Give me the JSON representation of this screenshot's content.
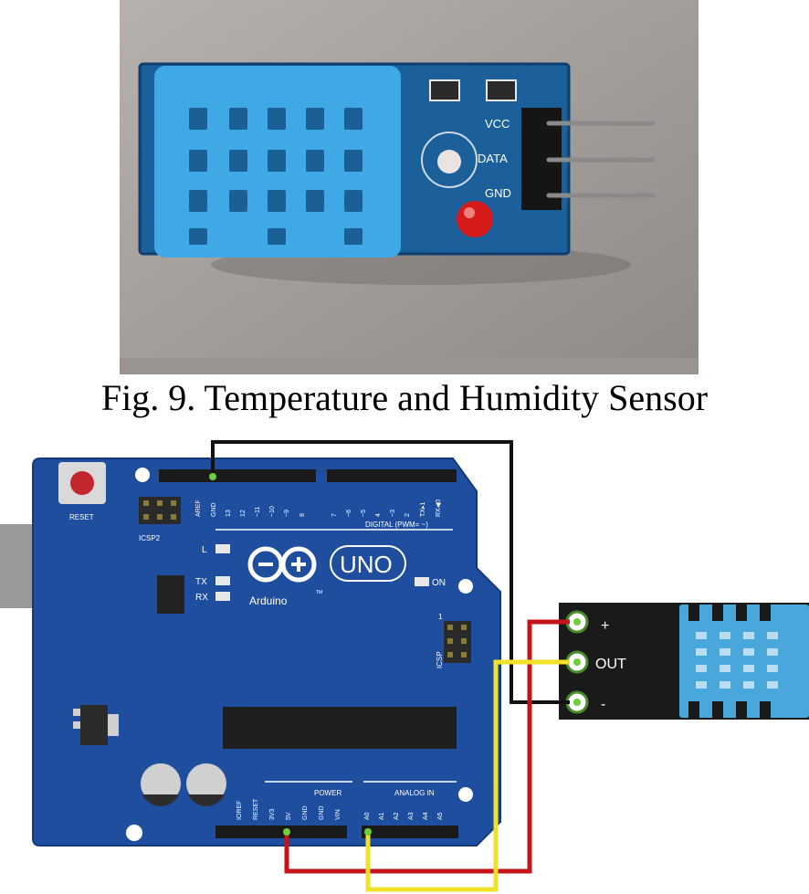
{
  "figure": {
    "caption": "Fig. 9.  Temperature and Humidity Sensor"
  },
  "photo_module": {
    "pin_labels": [
      "VCC",
      "DATA",
      "GND"
    ]
  },
  "arduino_board": {
    "reset_label": "RESET",
    "icsp2_label": "ICSP2",
    "icsp_label": "ICSP",
    "icsp_one": "1",
    "brand": "Arduino",
    "tm": "TM",
    "model": "UNO",
    "on_label": "ON",
    "led_l": "L",
    "led_tx": "TX",
    "led_rx": "RX",
    "digital_label": "DIGITAL (PWM= ~)",
    "digital_pins": [
      "AREF",
      "GND",
      "13",
      "12",
      "~11",
      "~10",
      "~9",
      "8",
      "7",
      "~6",
      "~5",
      "4",
      "~3",
      "2",
      "TX▸1",
      "RX◀0"
    ],
    "power_label": "POWER",
    "power_pins": [
      "IOREF",
      "RESET",
      "3V3",
      "5V",
      "GND",
      "GND",
      "VIN"
    ],
    "analog_label": "ANALOG IN",
    "analog_pins": [
      "A0",
      "A1",
      "A2",
      "A3",
      "A4",
      "A5"
    ]
  },
  "sensor_module": {
    "pin_plus": "+",
    "pin_out": "OUT",
    "pin_minus": "-"
  },
  "wires": [
    {
      "name": "ground",
      "color": "#111111",
      "from": "GND",
      "to": "-"
    },
    {
      "name": "power",
      "color": "#c4141a",
      "from": "5V",
      "to": "+"
    },
    {
      "name": "signal",
      "color": "#f2e12b",
      "from": "A0",
      "to": "OUT"
    }
  ],
  "colors": {
    "board_blue": "#1f4e9e",
    "sensor_blue": "#4aa7dc",
    "pcb_dark": "#1e3f7a"
  }
}
